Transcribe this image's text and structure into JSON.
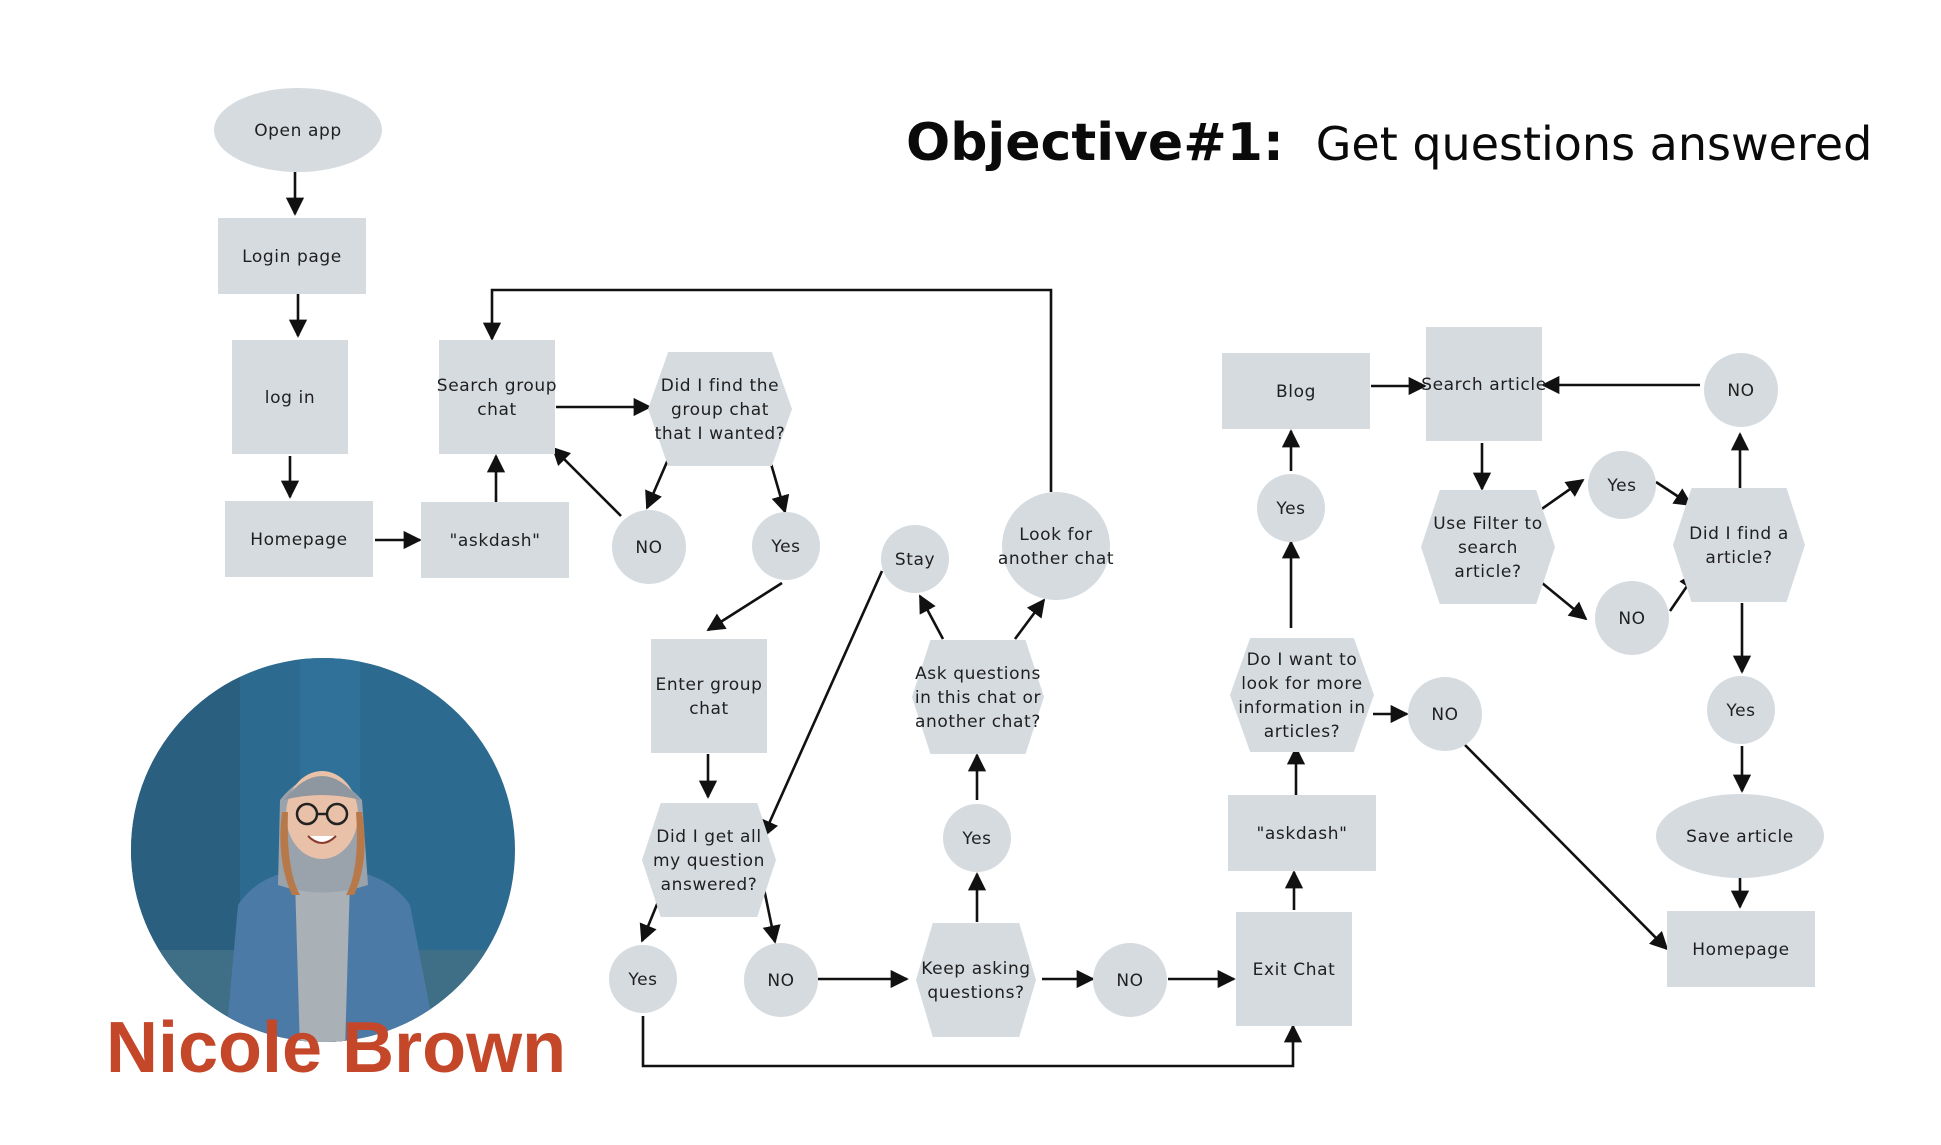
{
  "title": {
    "bold": "Objective#1:",
    "regular": "Get questions answered"
  },
  "persona": {
    "name": "Nicole Brown"
  },
  "colors": {
    "shape_fill": "#d6dbe0",
    "arrow": "#111111",
    "name_accent": "#c4472a",
    "photo_wall": "#2c6a8f"
  },
  "nodes": [
    {
      "id": "open-app",
      "shape": "ellipse",
      "lines": [
        "Open app"
      ]
    },
    {
      "id": "login-page",
      "shape": "rect",
      "lines": [
        "Login page"
      ]
    },
    {
      "id": "log-in",
      "shape": "rect",
      "lines": [
        "log in"
      ]
    },
    {
      "id": "homepage-1",
      "shape": "rect",
      "lines": [
        "Homepage"
      ]
    },
    {
      "id": "askdash-1",
      "shape": "rect",
      "lines": [
        "\"askdash\""
      ]
    },
    {
      "id": "search-group-chat",
      "shape": "rect",
      "lines": [
        "Search group",
        "chat"
      ]
    },
    {
      "id": "did-i-find-group",
      "shape": "hexagon",
      "lines": [
        "Did I find the",
        "group chat",
        "that I wanted?"
      ]
    },
    {
      "id": "no-1",
      "shape": "circle",
      "lines": [
        "NO"
      ]
    },
    {
      "id": "yes-1",
      "shape": "circle",
      "lines": [
        "Yes"
      ]
    },
    {
      "id": "enter-group-chat",
      "shape": "rect",
      "lines": [
        "Enter group",
        "chat"
      ]
    },
    {
      "id": "did-i-get-answers",
      "shape": "hexagon",
      "lines": [
        "Did I get all",
        "my question",
        "answered?"
      ]
    },
    {
      "id": "yes-2",
      "shape": "circle",
      "lines": [
        "Yes"
      ]
    },
    {
      "id": "no-2",
      "shape": "circle",
      "lines": [
        "NO"
      ]
    },
    {
      "id": "keep-asking",
      "shape": "hexagon",
      "lines": [
        "Keep asking",
        "questions?"
      ]
    },
    {
      "id": "yes-3",
      "shape": "circle",
      "lines": [
        "Yes"
      ]
    },
    {
      "id": "ask-where",
      "shape": "hexagon",
      "lines": [
        "Ask questions",
        "in this chat or",
        "another chat?"
      ]
    },
    {
      "id": "stay",
      "shape": "circle",
      "lines": [
        "Stay"
      ]
    },
    {
      "id": "look-another-chat",
      "shape": "circle",
      "lines": [
        "Look for",
        "another chat"
      ]
    },
    {
      "id": "no-3",
      "shape": "circle",
      "lines": [
        "NO"
      ]
    },
    {
      "id": "exit-chat",
      "shape": "rect",
      "lines": [
        "Exit Chat"
      ]
    },
    {
      "id": "askdash-2",
      "shape": "rect",
      "lines": [
        "\"askdash\""
      ]
    },
    {
      "id": "want-more-info",
      "shape": "hexagon",
      "lines": [
        "Do I want to",
        "look for more",
        "information in",
        "articles?"
      ]
    },
    {
      "id": "no-4",
      "shape": "circle",
      "lines": [
        "NO"
      ]
    },
    {
      "id": "yes-4",
      "shape": "circle",
      "lines": [
        "Yes"
      ]
    },
    {
      "id": "blog",
      "shape": "rect",
      "lines": [
        "Blog"
      ]
    },
    {
      "id": "search-article",
      "shape": "rect",
      "lines": [
        "Search article"
      ]
    },
    {
      "id": "use-filter",
      "shape": "hexagon",
      "lines": [
        "Use Filter to",
        "search",
        "article?"
      ]
    },
    {
      "id": "yes-5",
      "shape": "circle",
      "lines": [
        "Yes"
      ]
    },
    {
      "id": "no-5",
      "shape": "circle",
      "lines": [
        "NO"
      ]
    },
    {
      "id": "did-i-find-article",
      "shape": "hexagon",
      "lines": [
        "Did I find a",
        "article?"
      ]
    },
    {
      "id": "no-6",
      "shape": "circle",
      "lines": [
        "NO"
      ]
    },
    {
      "id": "yes-6",
      "shape": "circle",
      "lines": [
        "Yes"
      ]
    },
    {
      "id": "save-article",
      "shape": "ellipse",
      "lines": [
        "Save article"
      ]
    },
    {
      "id": "homepage-2",
      "shape": "rect",
      "lines": [
        "Homepage"
      ]
    }
  ],
  "edges": [
    {
      "from": "open-app",
      "to": "login-page"
    },
    {
      "from": "login-page",
      "to": "log-in"
    },
    {
      "from": "log-in",
      "to": "homepage-1"
    },
    {
      "from": "homepage-1",
      "to": "askdash-1"
    },
    {
      "from": "askdash-1",
      "to": "search-group-chat"
    },
    {
      "from": "search-group-chat",
      "to": "did-i-find-group"
    },
    {
      "from": "did-i-find-group",
      "to": "no-1"
    },
    {
      "from": "did-i-find-group",
      "to": "yes-1"
    },
    {
      "from": "no-1",
      "to": "search-group-chat"
    },
    {
      "from": "yes-1",
      "to": "enter-group-chat"
    },
    {
      "from": "enter-group-chat",
      "to": "did-i-get-answers"
    },
    {
      "from": "did-i-get-answers",
      "to": "yes-2"
    },
    {
      "from": "did-i-get-answers",
      "to": "no-2"
    },
    {
      "from": "no-2",
      "to": "keep-asking"
    },
    {
      "from": "keep-asking",
      "to": "yes-3"
    },
    {
      "from": "yes-3",
      "to": "ask-where"
    },
    {
      "from": "ask-where",
      "to": "stay"
    },
    {
      "from": "ask-where",
      "to": "look-another-chat"
    },
    {
      "from": "stay",
      "to": "did-i-get-answers"
    },
    {
      "from": "look-another-chat",
      "to": "search-group-chat"
    },
    {
      "from": "keep-asking",
      "to": "no-3"
    },
    {
      "from": "no-3",
      "to": "exit-chat"
    },
    {
      "from": "yes-2",
      "to": "exit-chat"
    },
    {
      "from": "exit-chat",
      "to": "askdash-2"
    },
    {
      "from": "askdash-2",
      "to": "want-more-info"
    },
    {
      "from": "want-more-info",
      "to": "yes-4"
    },
    {
      "from": "want-more-info",
      "to": "no-4"
    },
    {
      "from": "yes-4",
      "to": "blog"
    },
    {
      "from": "blog",
      "to": "search-article"
    },
    {
      "from": "search-article",
      "to": "use-filter"
    },
    {
      "from": "use-filter",
      "to": "yes-5"
    },
    {
      "from": "use-filter",
      "to": "no-5"
    },
    {
      "from": "yes-5",
      "to": "did-i-find-article"
    },
    {
      "from": "no-5",
      "to": "did-i-find-article"
    },
    {
      "from": "did-i-find-article",
      "to": "no-6"
    },
    {
      "from": "no-6",
      "to": "search-article"
    },
    {
      "from": "did-i-find-article",
      "to": "yes-6"
    },
    {
      "from": "yes-6",
      "to": "save-article"
    },
    {
      "from": "save-article",
      "to": "homepage-2"
    },
    {
      "from": "no-4",
      "to": "homepage-2"
    }
  ]
}
